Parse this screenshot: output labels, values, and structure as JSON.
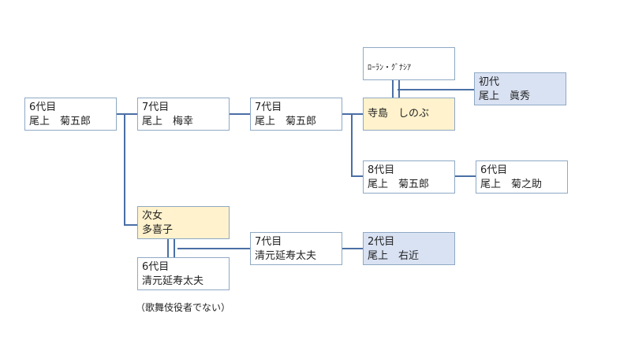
{
  "boxes": {
    "kikugoro6": {
      "line1": "6代目",
      "line2": "尾上　菊五郎"
    },
    "baiko7": {
      "line1": "7代目",
      "line2": "尾上　梅幸"
    },
    "kikugoro7": {
      "line1": "7代目",
      "line2": "尾上　菊五郎"
    },
    "laurent": {
      "line1": "ﾛｰﾗﾝ・ｸﾞﾅｼｱ"
    },
    "shinobu": {
      "line1": "寺島　しのぶ"
    },
    "shinshu1": {
      "line1": "初代",
      "line2": "尾上　眞秀"
    },
    "kikugoro8": {
      "line1": "8代目",
      "line2": "尾上　菊五郎"
    },
    "kikunosuke6": {
      "line1": "6代目",
      "line2": "尾上　菊之助"
    },
    "taki": {
      "line1": "次女",
      "line2": "多喜子"
    },
    "enjudayu6": {
      "line1": "6代目",
      "line2": "清元延寿太夫"
    },
    "enjudayu7": {
      "line1": "7代目",
      "line2": "清元延寿太夫"
    },
    "ukon2": {
      "line1": "2代目",
      "line2": "尾上　右近"
    }
  },
  "notes": {
    "enjudayu6": "（歌舞伎役者でない）"
  },
  "colors": {
    "connector": "#4a6fa5",
    "box_border": "#8ea9c4",
    "highlight_yellow": "#fff2cc",
    "highlight_blue": "#d9e2f3"
  }
}
